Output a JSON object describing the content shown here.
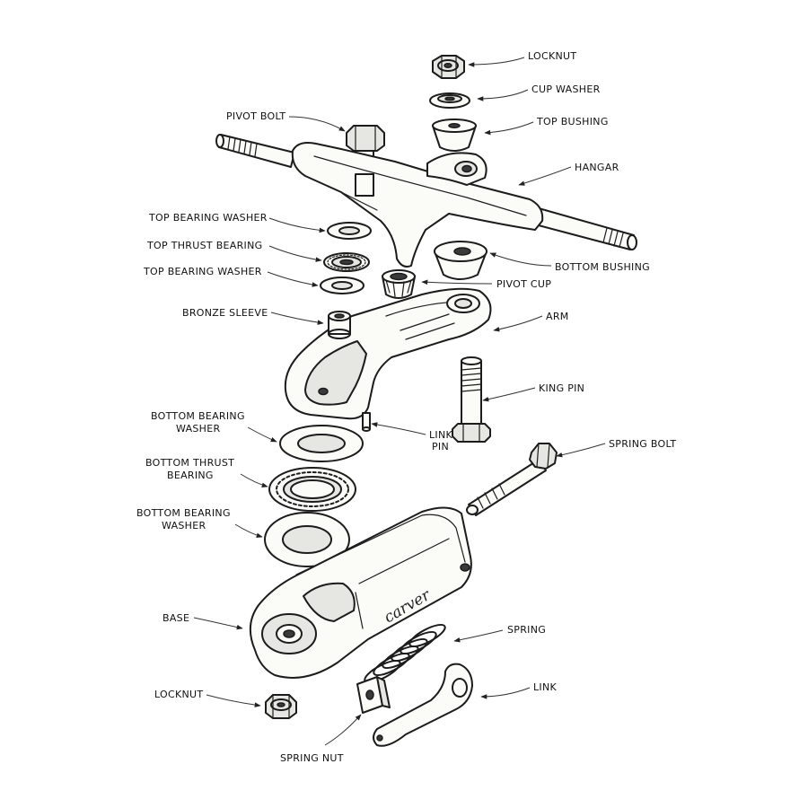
{
  "labels": {
    "locknut_top": "LOCKNUT",
    "cup_washer": "CUP WASHER",
    "top_bushing": "TOP BUSHING",
    "pivot_bolt": "PIVOT BOLT",
    "hangar": "HANGAR",
    "top_bearing_washer_1": "TOP BEARING WASHER",
    "top_thrust_bearing": "TOP THRUST BEARING",
    "top_bearing_washer_2": "TOP BEARING WASHER",
    "bottom_bushing": "BOTTOM BUSHING",
    "pivot_cup": "PIVOT CUP",
    "bronze_sleeve": "BRONZE SLEEVE",
    "arm": "ARM",
    "king_pin": "KING PIN",
    "bottom_bearing_washer_1_l1": "BOTTOM BEARING",
    "bottom_bearing_washer_1_l2": "WASHER",
    "link_pin_l1": "LINK",
    "link_pin_l2": "PIN",
    "spring_bolt": "SPRING BOLT",
    "bottom_thrust_bearing_l1": "BOTTOM THRUST",
    "bottom_thrust_bearing_l2": "BEARING",
    "bottom_bearing_washer_2_l1": "BOTTOM BEARING",
    "bottom_bearing_washer_2_l2": "WASHER",
    "base": "BASE",
    "spring": "SPRING",
    "locknut_bottom": "LOCKNUT",
    "link": "LINK",
    "spring_nut": "SPRING NUT"
  },
  "brand_mark": "carver"
}
